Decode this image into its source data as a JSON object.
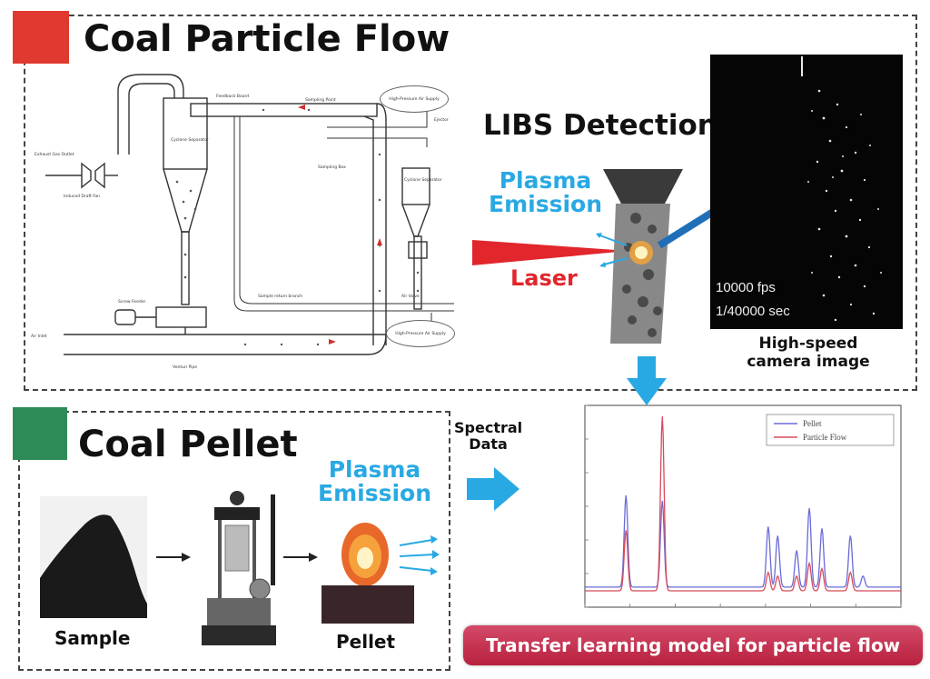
{
  "particle_flow": {
    "title": "Coal Particle Flow",
    "color": "#e1392f",
    "libs_title": "LIBS Detection",
    "plasma_emission": "Plasma\nEmission",
    "laser": "Laser",
    "camera_fps": "10000 fps",
    "camera_shutter": "1/40000 sec",
    "camera_caption": "High-speed\ncamera image",
    "system_labels": {
      "exhaust_gas_outlet": "Exhaust Gas Outlet",
      "induced_draft_fan": "Induced Draft Fan",
      "cyclone_separator": "Cyclone Separator",
      "feedback_board": "Feedback Board",
      "sampling_point": "Sampling Point",
      "sampling_box": "Sampling Box",
      "cyclone_separator_2": "Cyclone Separator",
      "high_pressure_air_top": "High-Pressure Air Supply",
      "ejector": "Ejector",
      "screw_feeder": "Screw Feeder",
      "sample_return_branch": "Sample return branch",
      "air_valve": "Air Valve",
      "high_pressure_air_bottom": "High-Pressure Air Supply",
      "air_inlet": "Air Inlet",
      "venturi_pipe": "Venturi Pipe"
    }
  },
  "pellet": {
    "title": "Coal Pellet",
    "color": "#2e8b57",
    "sample_label": "Sample",
    "pellet_label": "Pellet",
    "plasma_emission": "Plasma\nEmission"
  },
  "spectral_data_label": "Spectral\nData",
  "chart_data": {
    "type": "line",
    "legend": [
      "Pellet",
      "Particle Flow"
    ],
    "colors": {
      "Pellet": "#6a6ad8",
      "Particle Flow": "#d84a5a"
    },
    "peaks": {
      "Pellet": [
        [
          0.13,
          0.5
        ],
        [
          0.245,
          0.47
        ],
        [
          0.58,
          0.33
        ],
        [
          0.61,
          0.28
        ],
        [
          0.67,
          0.2
        ],
        [
          0.71,
          0.43
        ],
        [
          0.75,
          0.32
        ],
        [
          0.84,
          0.28
        ],
        [
          0.88,
          0.06
        ]
      ],
      "Particle Flow": [
        [
          0.13,
          0.33
        ],
        [
          0.245,
          0.95
        ],
        [
          0.58,
          0.1
        ],
        [
          0.61,
          0.08
        ],
        [
          0.67,
          0.08
        ],
        [
          0.71,
          0.15
        ],
        [
          0.75,
          0.12
        ],
        [
          0.84,
          0.1
        ]
      ]
    }
  },
  "banner_text": "Transfer learning model for particle flow",
  "accent": {
    "blue": "#29a9e3",
    "arrow_blue": "#1f6fb8",
    "red": "#e1262c"
  }
}
